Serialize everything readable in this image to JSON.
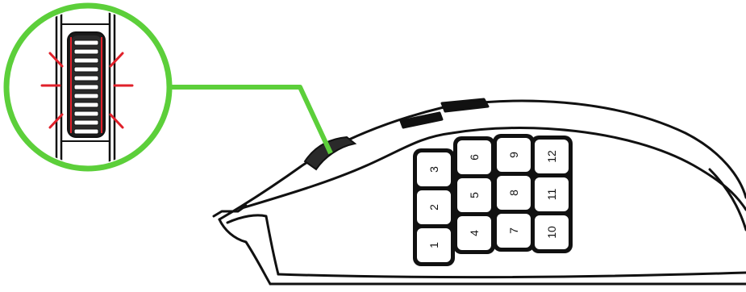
{
  "colors": {
    "callout_ring": "#5ccf3a",
    "indicator": "#e0202a",
    "outline": "#111111",
    "scroll_wheel": "#2a2a2a"
  },
  "callout": {
    "subject": "scroll-wheel"
  },
  "side_buttons": {
    "columns": [
      [
        "3",
        "2",
        "1"
      ],
      [
        "6",
        "5",
        "4"
      ],
      [
        "9",
        "8",
        "7"
      ],
      [
        "12",
        "11",
        "10"
      ]
    ]
  }
}
